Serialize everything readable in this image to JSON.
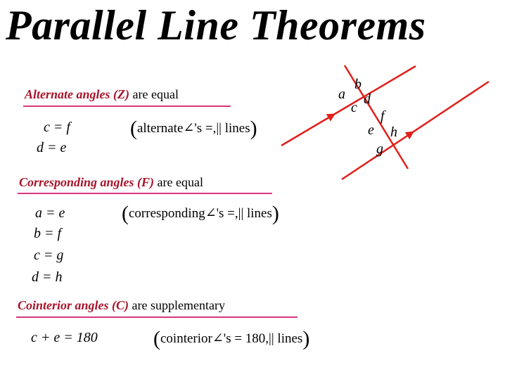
{
  "title": "Parallel Line Theorems",
  "sections": {
    "alternate": {
      "heading_bold": "Alternate angles (Z)",
      "heading_rest": "are equal",
      "equations": [
        "c = f",
        "d = e"
      ],
      "reason": "alternate∠'s =,|| lines"
    },
    "corresponding": {
      "heading_bold": "Corresponding angles (F)",
      "heading_rest": "are equal",
      "equations": [
        "a = e",
        "b = f",
        "c = g",
        "d = h"
      ],
      "reason": "corresponding∠'s =,|| lines"
    },
    "cointerior": {
      "heading_bold": "Cointerior angles (C)",
      "heading_rest": "are supplementary",
      "equations": [
        "c + e = 180"
      ],
      "reason": "cointerior∠'s = 180,|| lines"
    }
  },
  "diagram": {
    "labels": {
      "a": "a",
      "b": "b",
      "c": "c",
      "d": "d",
      "e": "e",
      "f": "f",
      "g": "g",
      "h": "h"
    },
    "line_color": "#e0201b"
  },
  "colors": {
    "heading_emphasis": "#a8142b",
    "underline": "#d9347f"
  }
}
